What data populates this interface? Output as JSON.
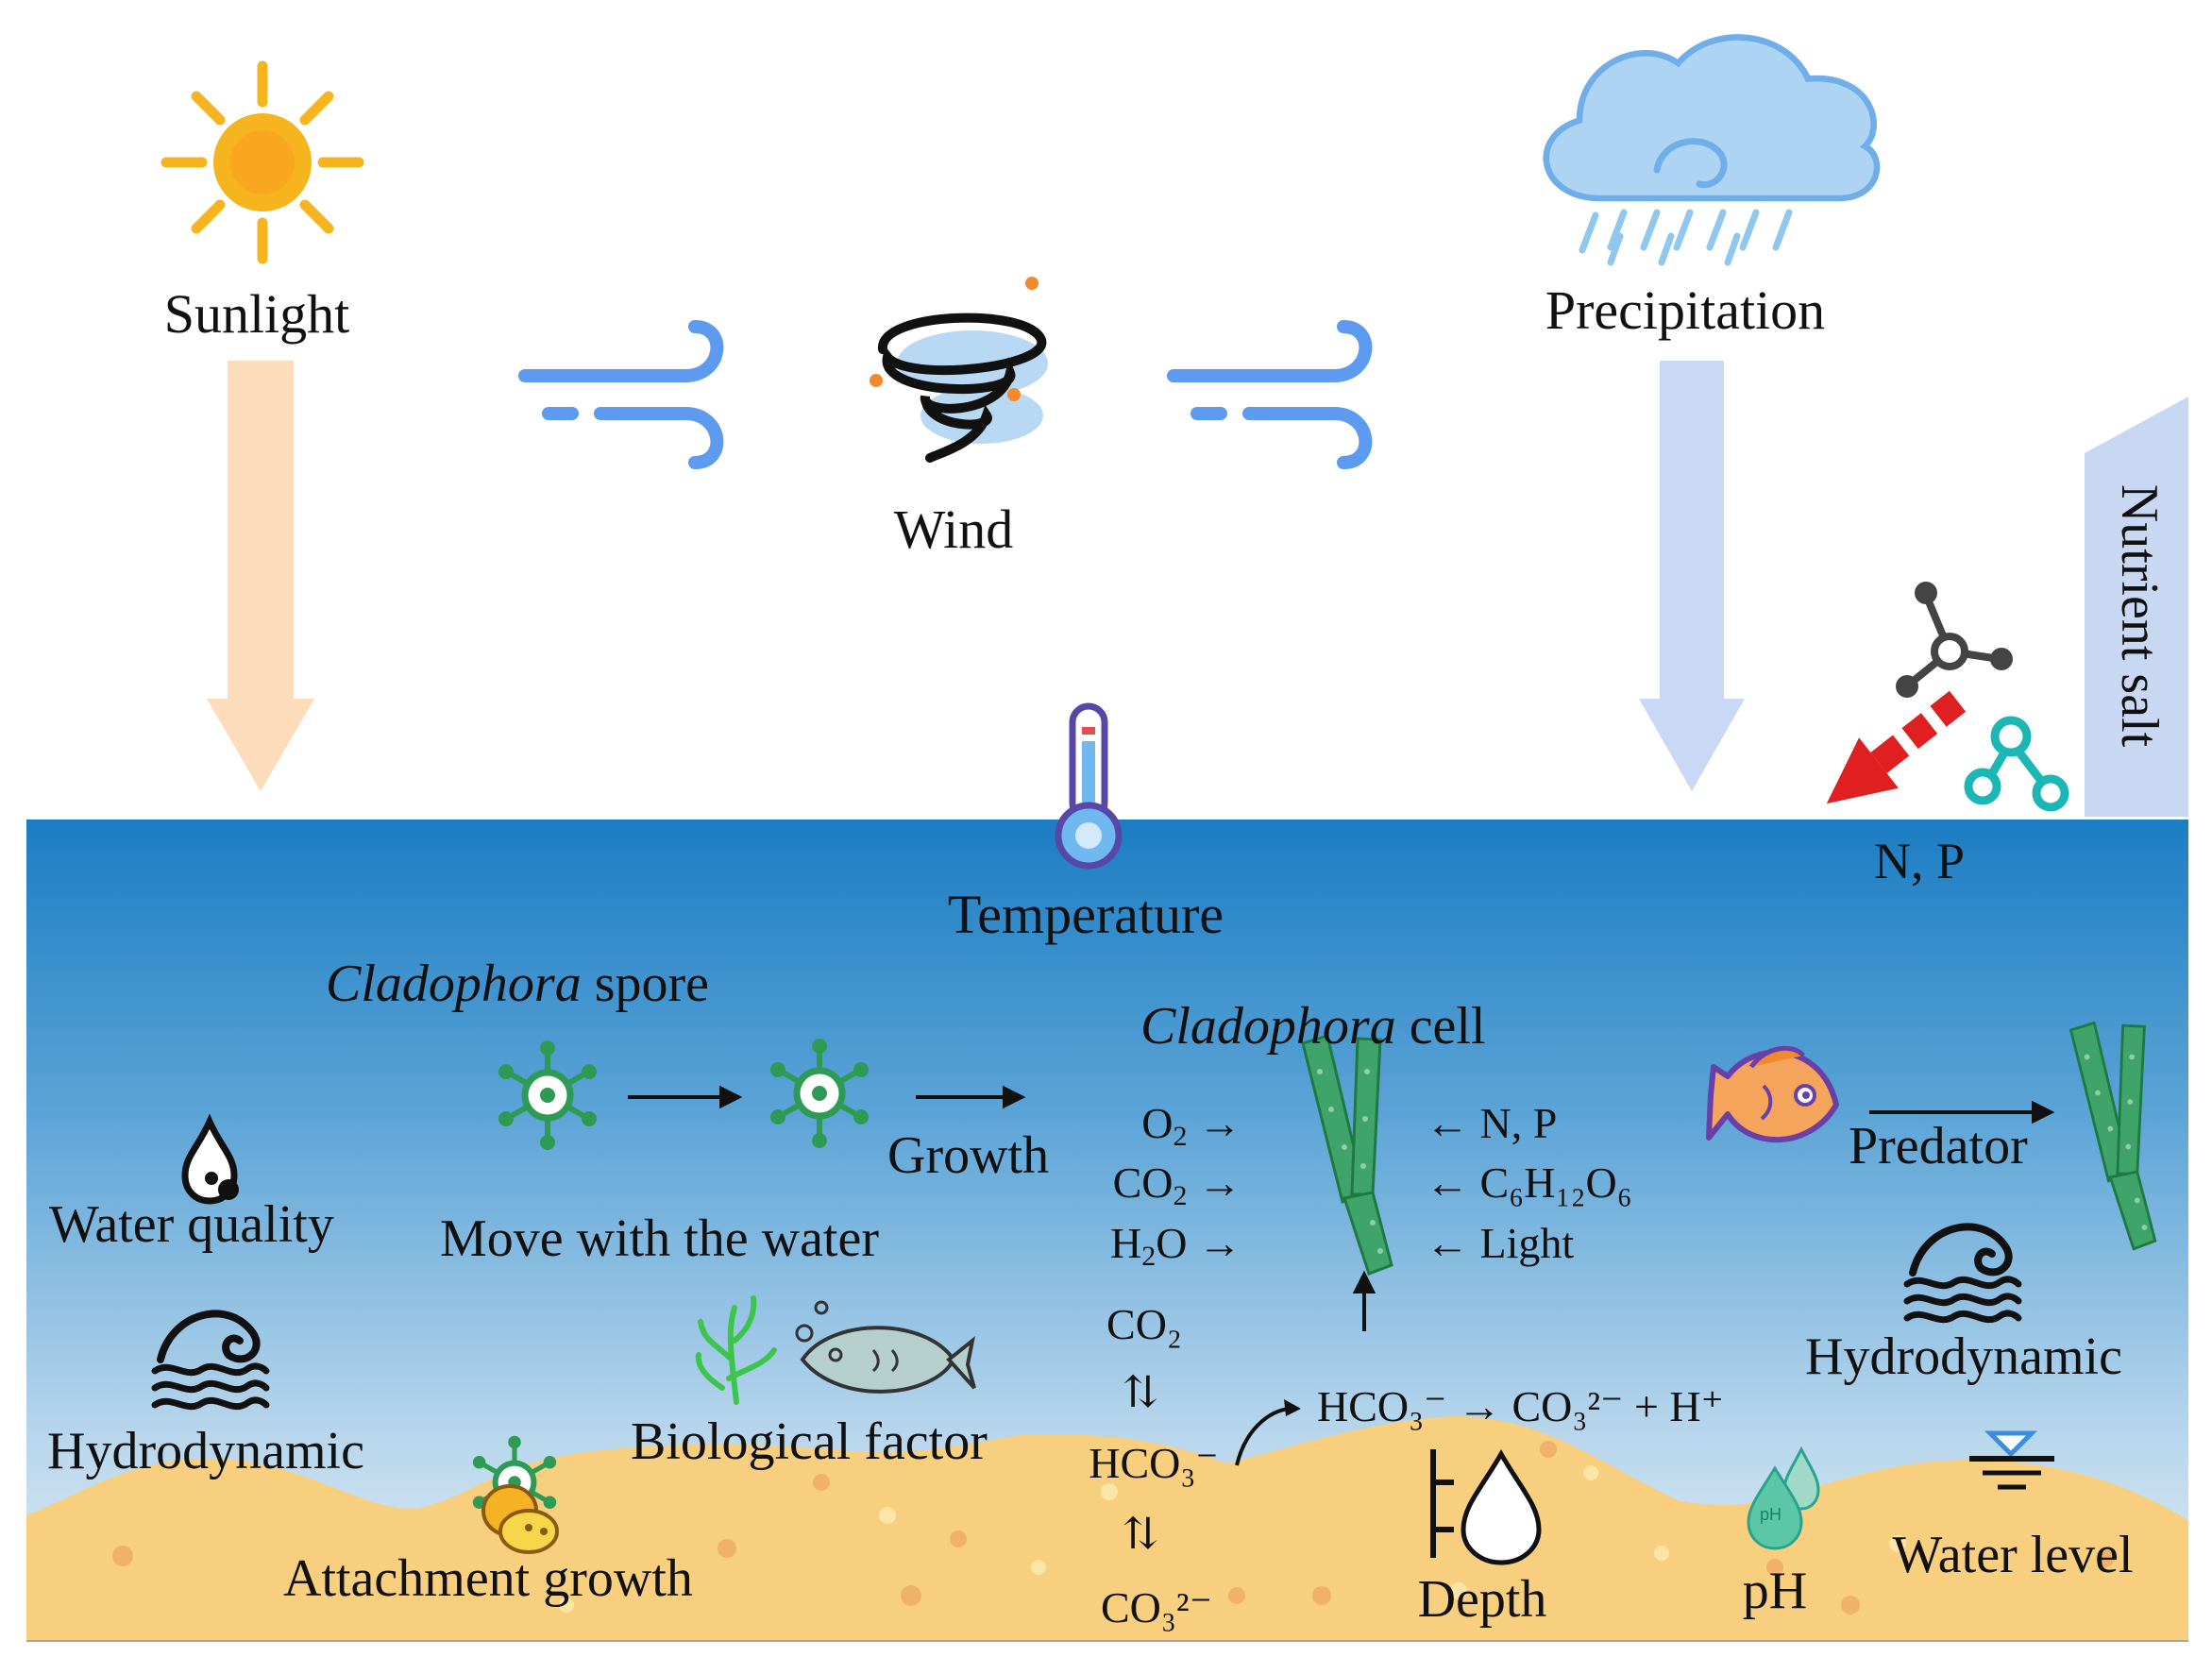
{
  "labels": {
    "sunlight": "Sunlight",
    "wind": "Wind",
    "precipitation": "Precipitation",
    "nutrient_salt": "Nutrient salt",
    "n_p_input": "N, P",
    "temperature": "Temperature",
    "spore_italic": "Cladophora",
    "spore_rest": " spore",
    "cell_italic": "Cladophora",
    "cell_rest": " cell",
    "growth": "Growth",
    "move_with_water": "Move with the water",
    "water_quality": "Water quality",
    "hydrodynamic_left": "Hydrodynamic",
    "hydrodynamic_right": "Hydrodynamic",
    "biological_factor": "Biological factor",
    "attachment_growth": "Attachment growth",
    "predator": "Predator",
    "depth": "Depth",
    "ph": "pH",
    "water_level": "Water level"
  },
  "cell_inputs": [
    {
      "prefix": "O",
      "sub": "2",
      "suffix": " →"
    },
    {
      "prefix": "CO",
      "sub": "2",
      "suffix": " →"
    },
    {
      "prefix": "H",
      "sub": "2",
      "suffix": "O →"
    }
  ],
  "cell_outputs": [
    "← N, P",
    "← C₆H₁₂O₆",
    "← Light"
  ],
  "carbon_cycle": {
    "co2": "CO₂",
    "hco3": "HCO₃⁻",
    "co3": "CO₃²⁻",
    "equilibrium": "HCO₃⁻ → CO₃²⁻ + H⁺",
    "eq_symbol": "⇅"
  },
  "colors": {
    "sun": "#F6B51E",
    "sun_arrow": "#FDDCBB",
    "rain_arrow": "#C9D9F5",
    "wind_line": "#5C9BF0",
    "water_top": "#1C7DC3",
    "water_bottom": "#D7E8F3",
    "sand": "#F7CF7F",
    "alga": "#2E9B54",
    "red_arrow": "#E02020",
    "teal": "#1BB7B5"
  },
  "icons": [
    "sun-icon",
    "wind-icon",
    "tornado-icon",
    "cloud-rain-icon",
    "molecule-icon",
    "thermometer-icon",
    "spore-icon",
    "alga-icon",
    "fish-icon",
    "wave-icon",
    "water-drop-icon",
    "coral-icon",
    "depth-icon",
    "ph-icon",
    "water-level-icon"
  ]
}
